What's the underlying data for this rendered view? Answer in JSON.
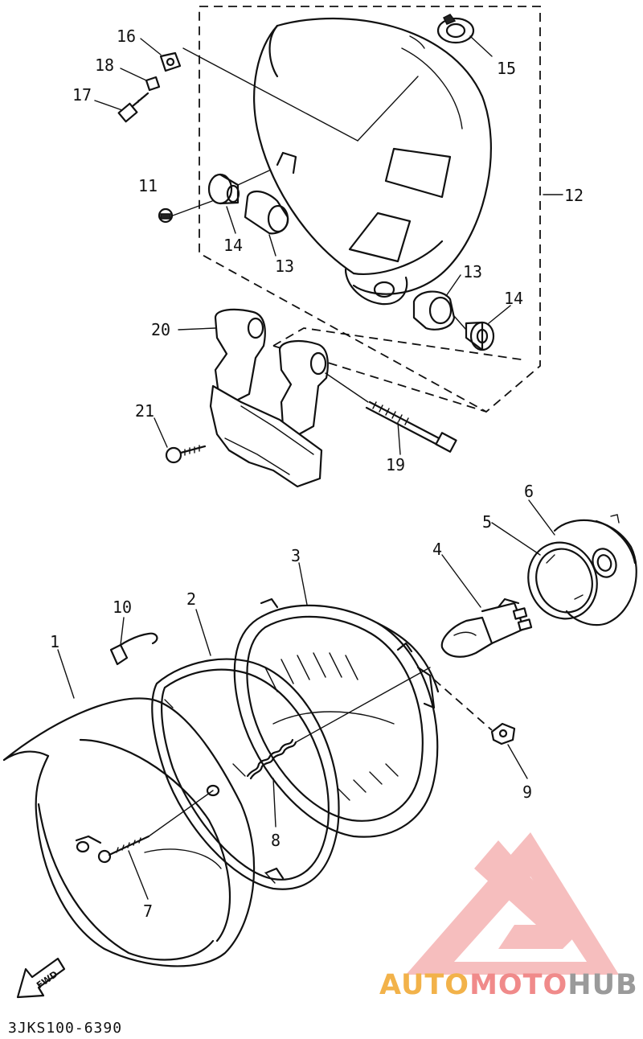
{
  "diagram_code": "3JKS100-6390",
  "fwd_label": "FWD",
  "watermark": {
    "part1": "AUTO",
    "part2": "MOTO",
    "part3": "HUB",
    "color_part1": "#f2b24a",
    "color_part2": "#f08a8a",
    "color_part3": "#9a9a9a",
    "logo_color": "#f08a8a"
  },
  "callouts": [
    "1",
    "2",
    "3",
    "4",
    "5",
    "6",
    "7",
    "8",
    "9",
    "10",
    "11",
    "12",
    "13",
    "14",
    "15",
    "16",
    "17",
    "18",
    "19",
    "20",
    "21",
    "13",
    "14"
  ]
}
